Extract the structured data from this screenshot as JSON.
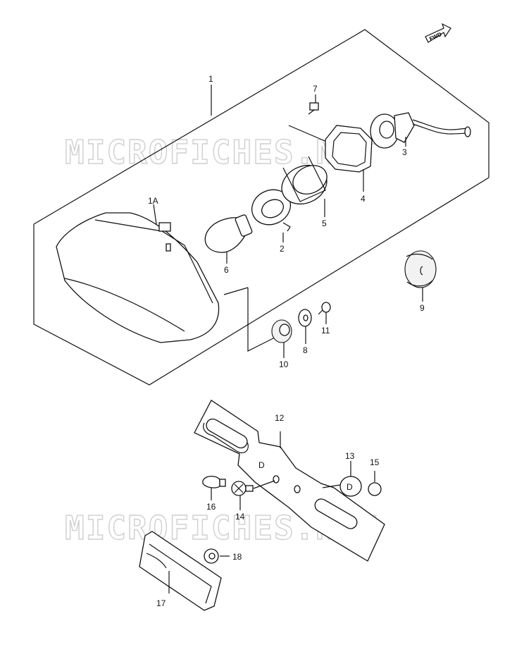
{
  "watermark": "MICROFICHES.NET",
  "fwd_label": "FWD",
  "callouts": {
    "c1": "1",
    "c1A": "1A",
    "c2": "2",
    "c3": "3",
    "c4": "4",
    "c5": "5",
    "c6": "6",
    "c7": "7",
    "c8": "8",
    "c9": "9",
    "c10": "10",
    "c11": "11",
    "c12": "12",
    "c13": "13",
    "c14": "14",
    "c15": "15",
    "c16": "16",
    "c17": "17",
    "c18": "18"
  },
  "plate_marks": {
    "d1": "D",
    "d2": "D"
  }
}
